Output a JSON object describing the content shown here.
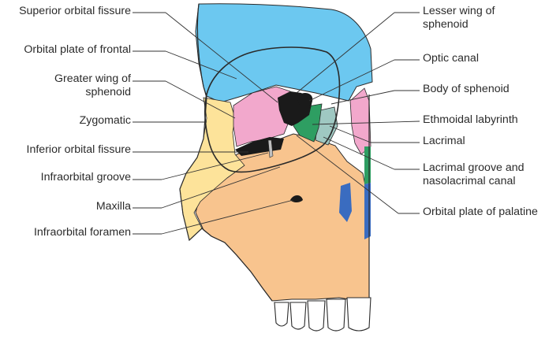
{
  "colors": {
    "frontal": "#6cc8f0",
    "sphenoid": "#f2a8cc",
    "zygomatic": "#fde39a",
    "maxilla": "#f8c48e",
    "ethmoid": "#2e9e62",
    "lacrimal": "#9fc8c2",
    "fissure": "#1a1a1a",
    "nasal_blue": "#3a6cc0",
    "outline": "#2a2a2a",
    "leader": "#333333",
    "teeth": "#ffffff"
  },
  "labels_left": [
    {
      "text": "Superior orbital fissure"
    },
    {
      "text": "Orbital plate of frontal"
    },
    {
      "text": "Greater wing of\nsphenoid"
    },
    {
      "text": "Zygomatic"
    },
    {
      "text": "Inferior orbital fissure"
    },
    {
      "text": "Infraorbital groove"
    },
    {
      "text": "Maxilla"
    },
    {
      "text": "Infraorbital foramen"
    }
  ],
  "labels_right": [
    {
      "text": "Lesser wing of\nsphenoid"
    },
    {
      "text": "Optic canal"
    },
    {
      "text": "Body of sphenoid"
    },
    {
      "text": "Ethmoidal labyrinth"
    },
    {
      "text": "Lacrimal"
    },
    {
      "text": "Lacrimal groove and\nnasolacrimal canal"
    },
    {
      "text": "Orbital plate of palatine"
    }
  ]
}
